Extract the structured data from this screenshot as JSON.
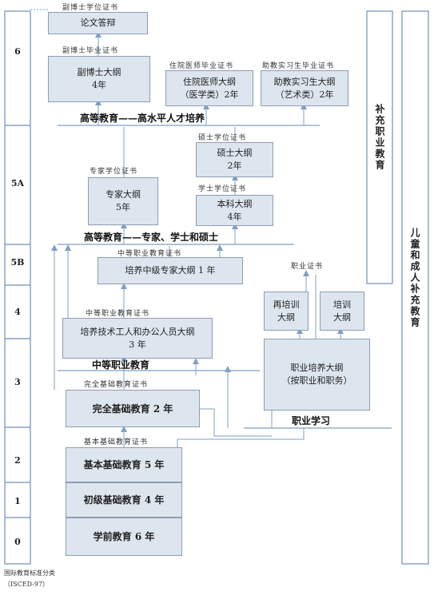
{
  "levels": [
    "6",
    "5A",
    "5B",
    "4",
    "3",
    "2",
    "1",
    "0"
  ],
  "boxes": {
    "thesis_defense": "论文答辩",
    "postdoc_outline": [
      "副博士大纲",
      "4年"
    ],
    "resident_outline": [
      "住院医师大纲",
      "（医学类）2年"
    ],
    "assistant_outline": [
      "助教实习生大纲",
      "（艺术类）2年"
    ],
    "master_outline": [
      "硕士大纲",
      "2年"
    ],
    "expert_outline": [
      "专家大纲",
      "5年"
    ],
    "bachelor_outline": [
      "本科大纲",
      "4年"
    ],
    "mid_expert_outline": "培养中级专家大纲 1 年",
    "retraining_outline": [
      "再培训",
      "大纲"
    ],
    "training_outline": [
      "培训",
      "大纲"
    ],
    "worker_outline": [
      "培养技术工人和办公人员大纲",
      "3 年"
    ],
    "vocational_outline": [
      "职业培养大纲",
      "（按职业和职务）"
    ],
    "complete_basic": "完全基础教育 2 年",
    "basic_ed": "基本基础教育 5 年",
    "primary_ed": "初级基础教育 4 年",
    "preschool_ed": "学前教育 6 年"
  },
  "certificates": {
    "postdoc_degree": "副博士学位证书",
    "postdoc_graduation": "副博士毕业证书",
    "resident_graduation": "住院医师毕业证书",
    "assistant_graduation": "助教实习生毕业证书",
    "master_degree": "硕士学位证书",
    "expert_degree": "专家学位证书",
    "bachelor_degree": "学士学位证书",
    "mid_vocational": "中等职业教育证书",
    "vocational_cert": "职业证书",
    "mid_vocational_2": "中等职业教育证书",
    "complete_basic_cert": "完全基础教育证书",
    "basic_cert": "基本基础教育证书"
  },
  "headings": {
    "higher_talent": "高等教育——高水平人才培养",
    "higher_expert": "高等教育——专家、学士和硕士",
    "secondary_vocational": "中等职业教育",
    "vocational_study": "职业学习"
  },
  "side": {
    "supplementary": "补充职业教育",
    "children_adult": "儿童和成人补充教育"
  },
  "footer": {
    "line1": "国际教育标准分类",
    "line2": "（ISCED-97）"
  },
  "colors": {
    "line": "#7f9fc5",
    "box_fill": "#dde5ef",
    "box_border": "#8d9db2",
    "level_border": "#6f8fb5"
  }
}
